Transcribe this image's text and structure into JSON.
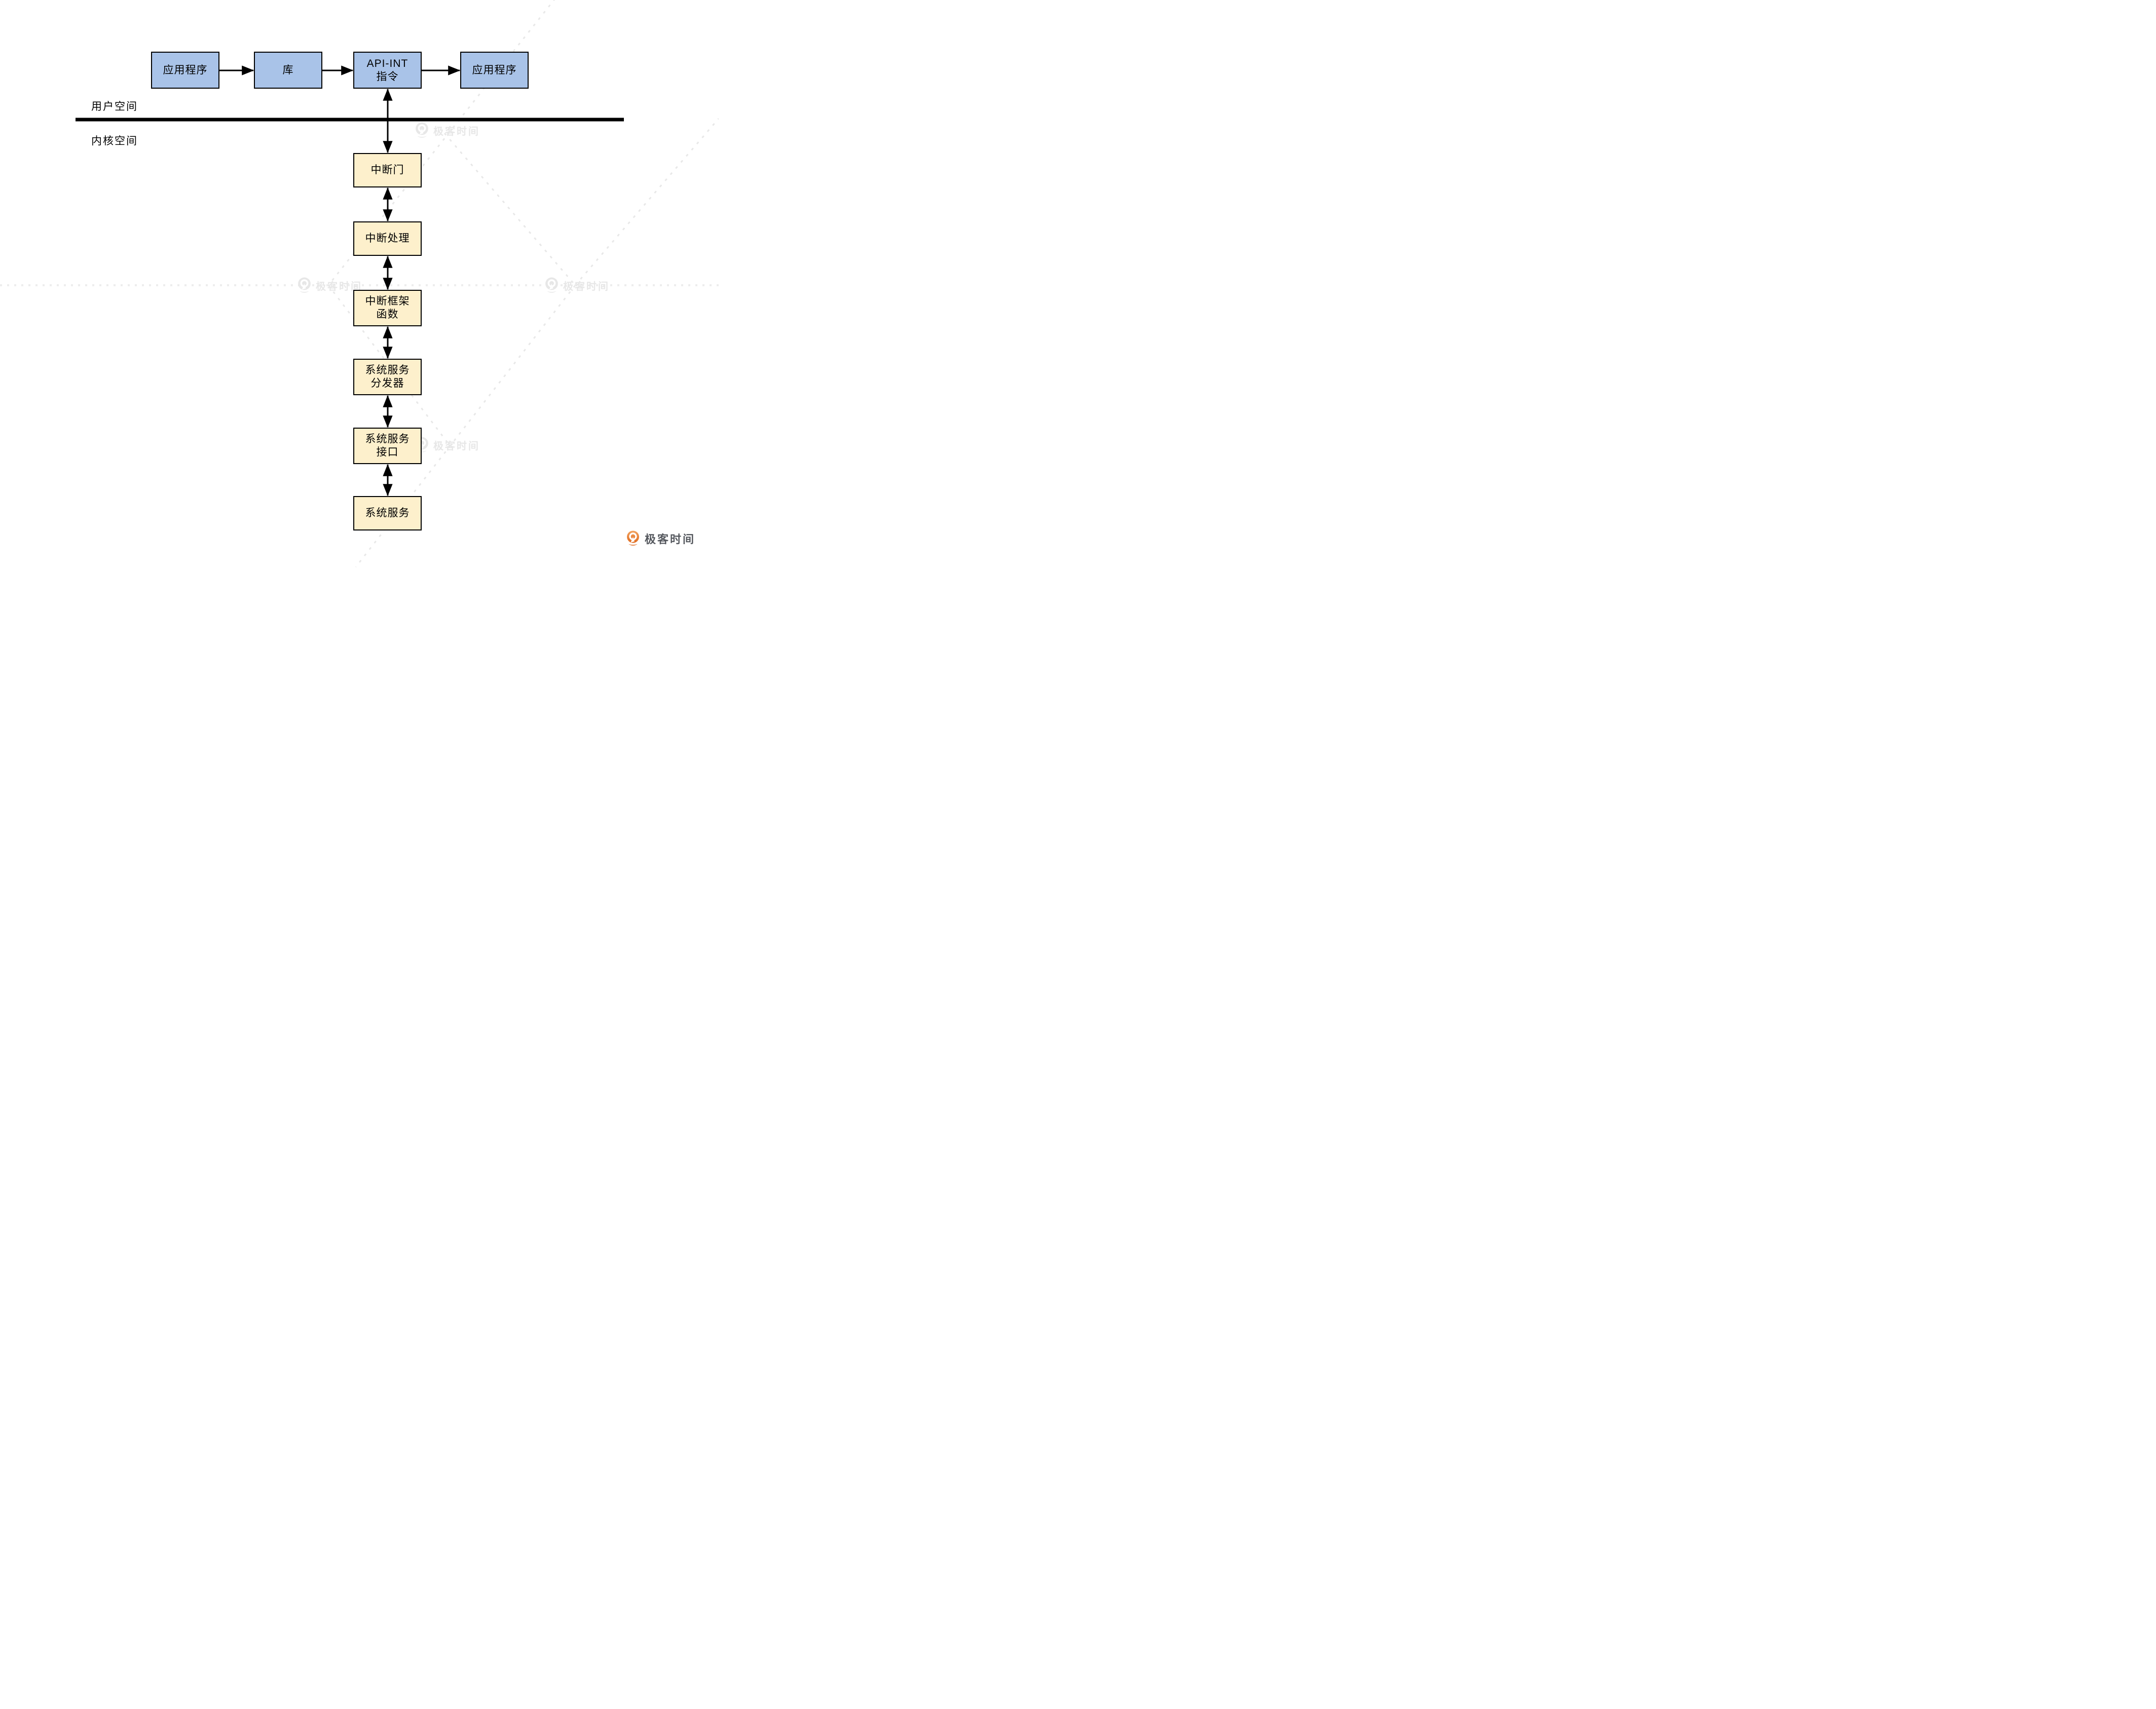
{
  "labels": {
    "user_space": "用户空间",
    "kernel_space": "内核空间"
  },
  "user_space_row": {
    "box1": "应用程序",
    "box2": "库",
    "box3": "API-INT\n指令",
    "box4": "应用程序"
  },
  "kernel_chain": {
    "box1": "中断门",
    "box2": "中断处理",
    "box3": "中断框架\n函数",
    "box4": "系统服务\n分发器",
    "box5": "系统服务\n接口",
    "box6": "系统服务"
  },
  "watermark": {
    "text": "极客时间"
  },
  "brand": {
    "text": "极客时间"
  },
  "colors": {
    "user_box_fill": "#a9c3e8",
    "kernel_box_fill": "#fdf0cc",
    "border_black": "#000000",
    "watermark_gray": "#e7e7e7",
    "brand_orange": "#e8772e",
    "brand_text_gray": "#55585e"
  }
}
